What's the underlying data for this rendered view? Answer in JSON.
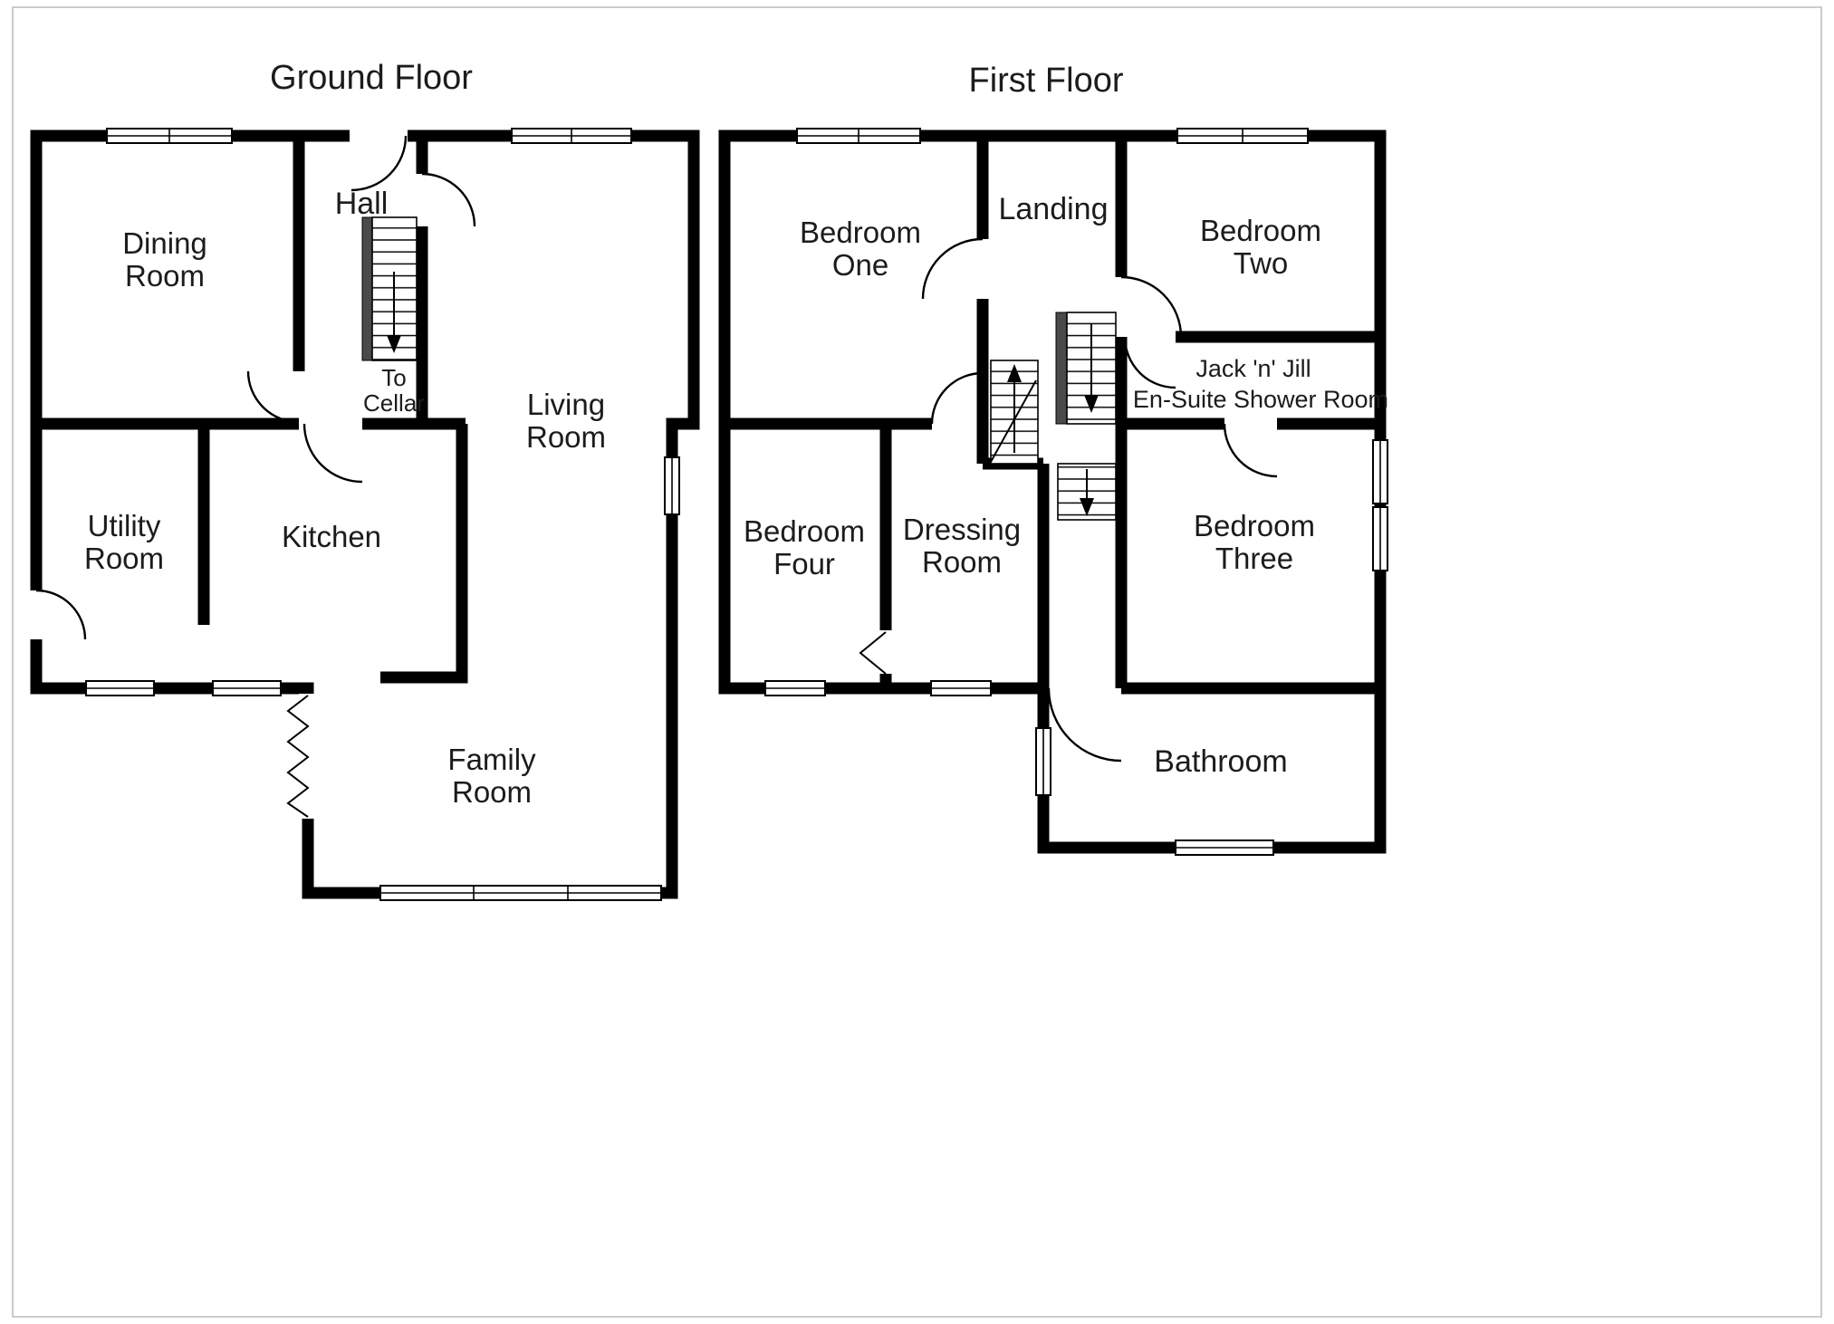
{
  "titles": {
    "ground_floor": "Ground Floor",
    "first_floor": "First Floor"
  },
  "ground_floor": {
    "dining_room": [
      "Dining",
      "Room"
    ],
    "hall": "Hall",
    "cellar_stairs": [
      "To",
      "Cellar"
    ],
    "living_room": [
      "Living",
      "Room"
    ],
    "utility_room": [
      "Utility",
      "Room"
    ],
    "kitchen": "Kitchen",
    "family_room": [
      "Family",
      "Room"
    ]
  },
  "first_floor": {
    "bedroom_one": [
      "Bedroom",
      "One"
    ],
    "landing": "Landing",
    "bedroom_two": [
      "Bedroom",
      "Two"
    ],
    "ensuite": [
      "Jack 'n' Jill",
      "En-Suite Shower Room"
    ],
    "bedroom_four": [
      "Bedroom",
      "Four"
    ],
    "dressing_room": [
      "Dressing",
      "Room"
    ],
    "bedroom_three": [
      "Bedroom",
      "Three"
    ],
    "bathroom": "Bathroom"
  },
  "colors": {
    "wall": "#000000",
    "background": "#ffffff",
    "stair_stringer": "#4a4a4a",
    "text": "#1c1c1c"
  }
}
